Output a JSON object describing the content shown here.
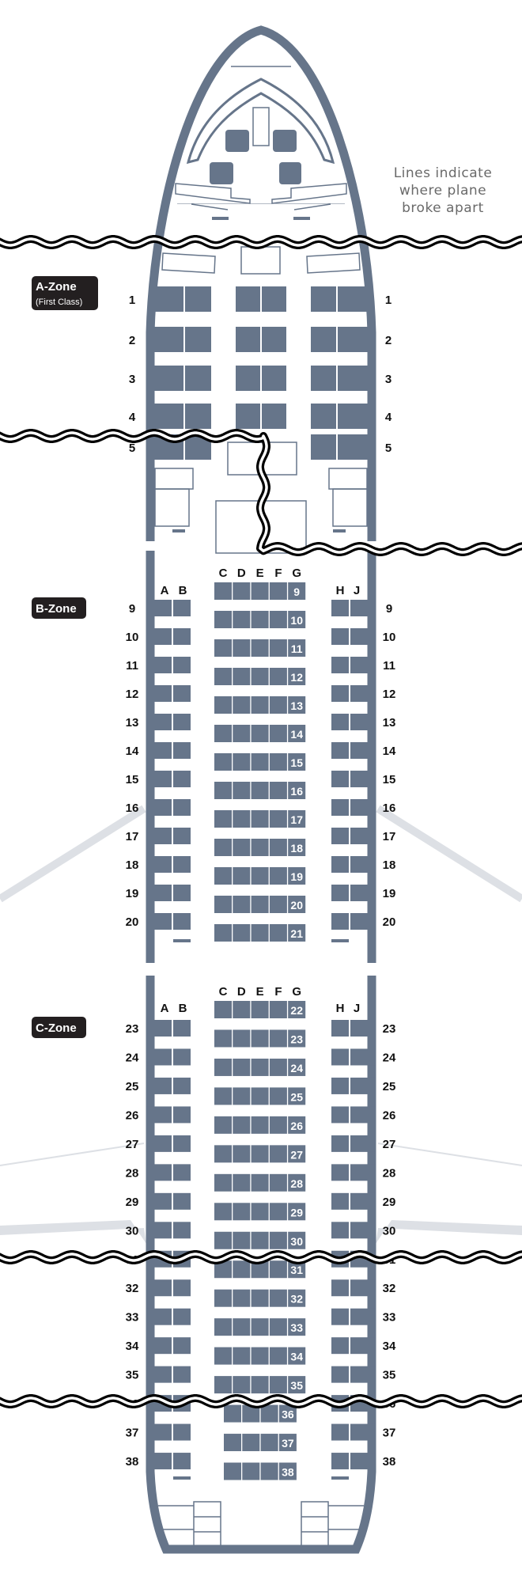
{
  "legend": {
    "lines": [
      "Lines indicate",
      "where plane",
      "broke apart"
    ]
  },
  "zones": {
    "a": {
      "label": "A-Zone",
      "sublabel": "(First Class)"
    },
    "b": {
      "label": "B-Zone"
    },
    "c": {
      "label": "C-Zone"
    }
  },
  "columns": {
    "left": [
      "A",
      "B"
    ],
    "center": [
      "C",
      "D",
      "E",
      "F",
      "G"
    ],
    "right": [
      "H",
      "J"
    ]
  },
  "a_zone": {
    "side_rows": [
      1,
      2,
      3,
      4,
      5
    ],
    "center_rows": [
      1,
      2,
      3,
      4
    ]
  },
  "b_zone": {
    "side_rows": [
      9,
      10,
      11,
      12,
      13,
      14,
      15,
      16,
      17,
      18,
      19,
      20
    ],
    "center_rows": [
      9,
      10,
      11,
      12,
      13,
      14,
      15,
      16,
      17,
      18,
      19,
      20,
      21
    ]
  },
  "c_zone": {
    "side_rows": [
      23,
      24,
      25,
      26,
      27,
      28,
      29,
      30,
      31,
      32,
      33,
      34,
      35,
      36,
      37,
      38
    ],
    "center_rows": [
      22,
      23,
      24,
      25,
      26,
      27,
      28,
      29,
      30,
      31,
      32,
      33,
      34,
      35,
      36,
      37,
      38
    ]
  },
  "colors": {
    "seat": "#66758a",
    "fuselage": "#66758a",
    "zone_badge": "#231f20",
    "break_line": "#000000",
    "wing": "#dde0e5"
  }
}
